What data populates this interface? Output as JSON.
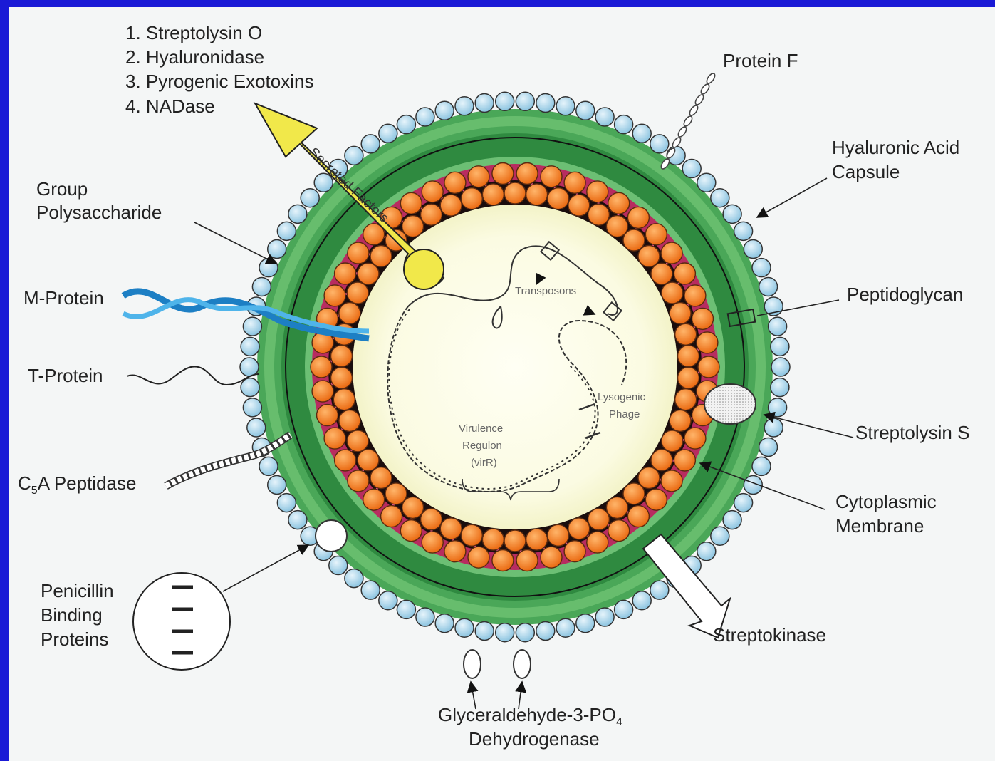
{
  "secreted_list": [
    "1. Streptolysin O",
    "2. Hyaluronidase",
    "3. Pyrogenic Exotoxins",
    "4. NADase"
  ],
  "arrow_label": "Secreted Factors",
  "labels": {
    "protein_f": "Protein F",
    "capsule_1": "Hyaluronic Acid",
    "capsule_2": "Capsule",
    "group_poly_1": "Group",
    "group_poly_2": "Polysaccharide",
    "m_protein": "M-Protein",
    "peptidoglycan": "Peptidoglycan",
    "t_protein": "T-Protein",
    "streptolysin_s": "Streptolysin S",
    "c5a_prefix": "C",
    "c5a_sub": "5",
    "c5a_suffix": "A Peptidase",
    "cyto_1": "Cytoplasmic",
    "cyto_2": "Membrane",
    "pbp_1": "Penicillin",
    "pbp_2": "Binding",
    "pbp_3": "Proteins",
    "streptokinase": "Streptokinase",
    "gapdh_1": "Glyceraldehyde-3-PO",
    "gapdh_sub": "4",
    "gapdh_2": "Dehydrogenase"
  },
  "inner_labels": {
    "transposons": "Transposons",
    "lysogenic_1": "Lysogenic",
    "lysogenic_2": "Phage",
    "virulence_1": "Virulence",
    "virulence_2": "Regulon",
    "virulence_3": "(virR)"
  },
  "colors": {
    "border_blue": "#1a1ad6",
    "paper": "#f4f6f6",
    "capsule_bead": "#a9d3e8",
    "wall_green": "#3e9a4c",
    "lipid_head": "#f07a1e",
    "lipid_tail": "#d8407a",
    "arrow_yellow": "#f1e84a",
    "m_protein_blue": "#2a8fd0",
    "cytoplasm": "#fbfbe6"
  }
}
